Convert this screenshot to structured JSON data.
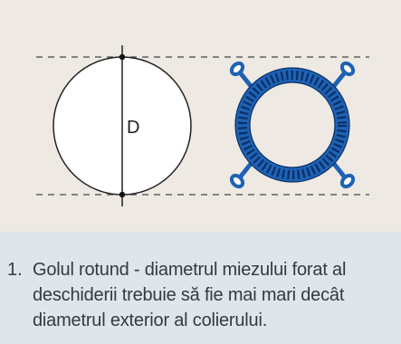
{
  "diagram": {
    "diameter_label": "D"
  },
  "caption": {
    "number": "1.",
    "text": "Golul rotund - diametrul miezului forat al deschiderii trebuie să fie mai mari decât diametrul exterior al colierului."
  },
  "colors": {
    "figure_background": "#efe9e3",
    "caption_background": "#dfe6ea",
    "collar_blue": "#1e62b4",
    "collar_dark": "#0a2f66",
    "line": "#222222"
  },
  "icons": [
    "collar-clamp-icon"
  ]
}
